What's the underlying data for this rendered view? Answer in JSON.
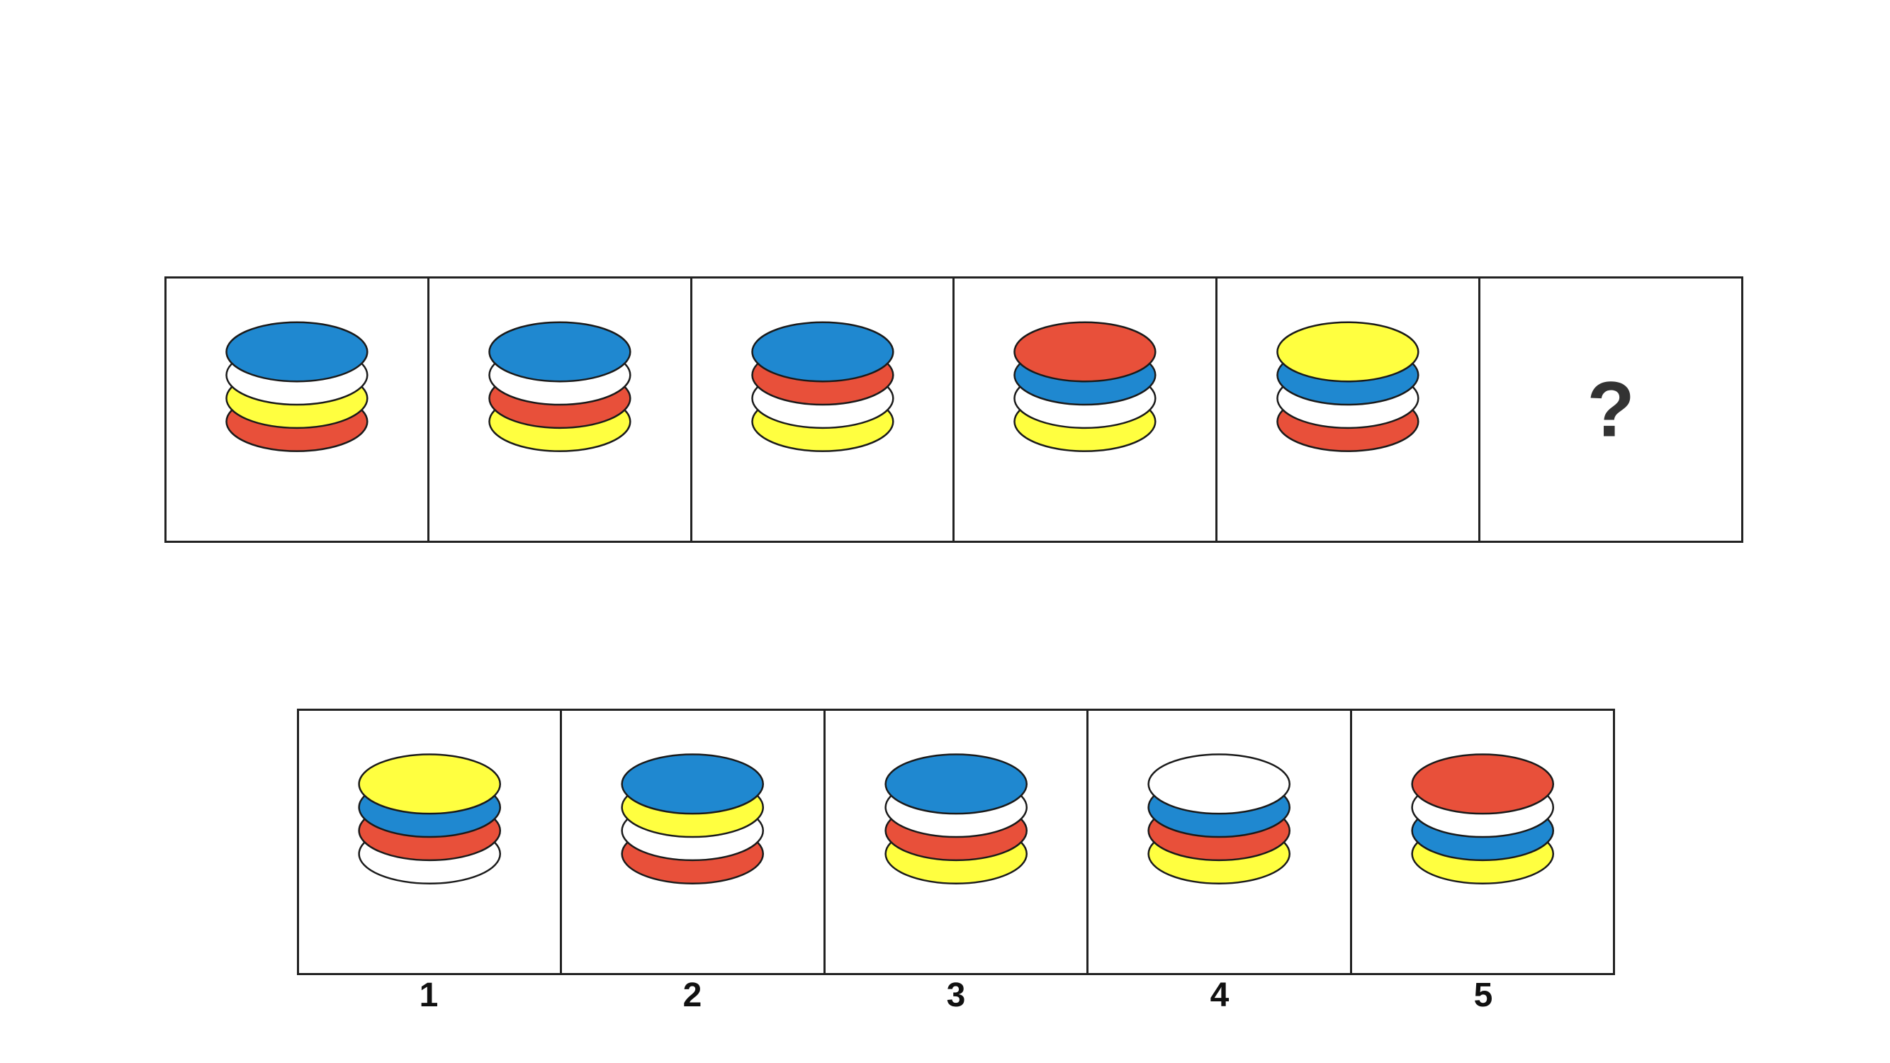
{
  "colors": {
    "blue": "#1f88d0",
    "white": "#ffffff",
    "yellow": "#ffff40",
    "red": "#e8503a",
    "outline": "#1a1a1a"
  },
  "sequence": [
    {
      "discs_top_to_bottom": [
        "blue",
        "white",
        "yellow",
        "red"
      ]
    },
    {
      "discs_top_to_bottom": [
        "blue",
        "white",
        "red",
        "yellow"
      ]
    },
    {
      "discs_top_to_bottom": [
        "blue",
        "red",
        "white",
        "yellow"
      ]
    },
    {
      "discs_top_to_bottom": [
        "red",
        "blue",
        "white",
        "yellow"
      ]
    },
    {
      "discs_top_to_bottom": [
        "yellow",
        "blue",
        "white",
        "red"
      ]
    },
    {
      "placeholder": "?"
    }
  ],
  "options": [
    {
      "label": "1",
      "discs_top_to_bottom": [
        "yellow",
        "blue",
        "red",
        "white"
      ]
    },
    {
      "label": "2",
      "discs_top_to_bottom": [
        "blue",
        "yellow",
        "white",
        "red"
      ]
    },
    {
      "label": "3",
      "discs_top_to_bottom": [
        "blue",
        "white",
        "red",
        "yellow"
      ]
    },
    {
      "label": "4",
      "discs_top_to_bottom": [
        "white",
        "blue",
        "red",
        "yellow"
      ]
    },
    {
      "label": "5",
      "discs_top_to_bottom": [
        "red",
        "white",
        "blue",
        "yellow"
      ]
    }
  ]
}
